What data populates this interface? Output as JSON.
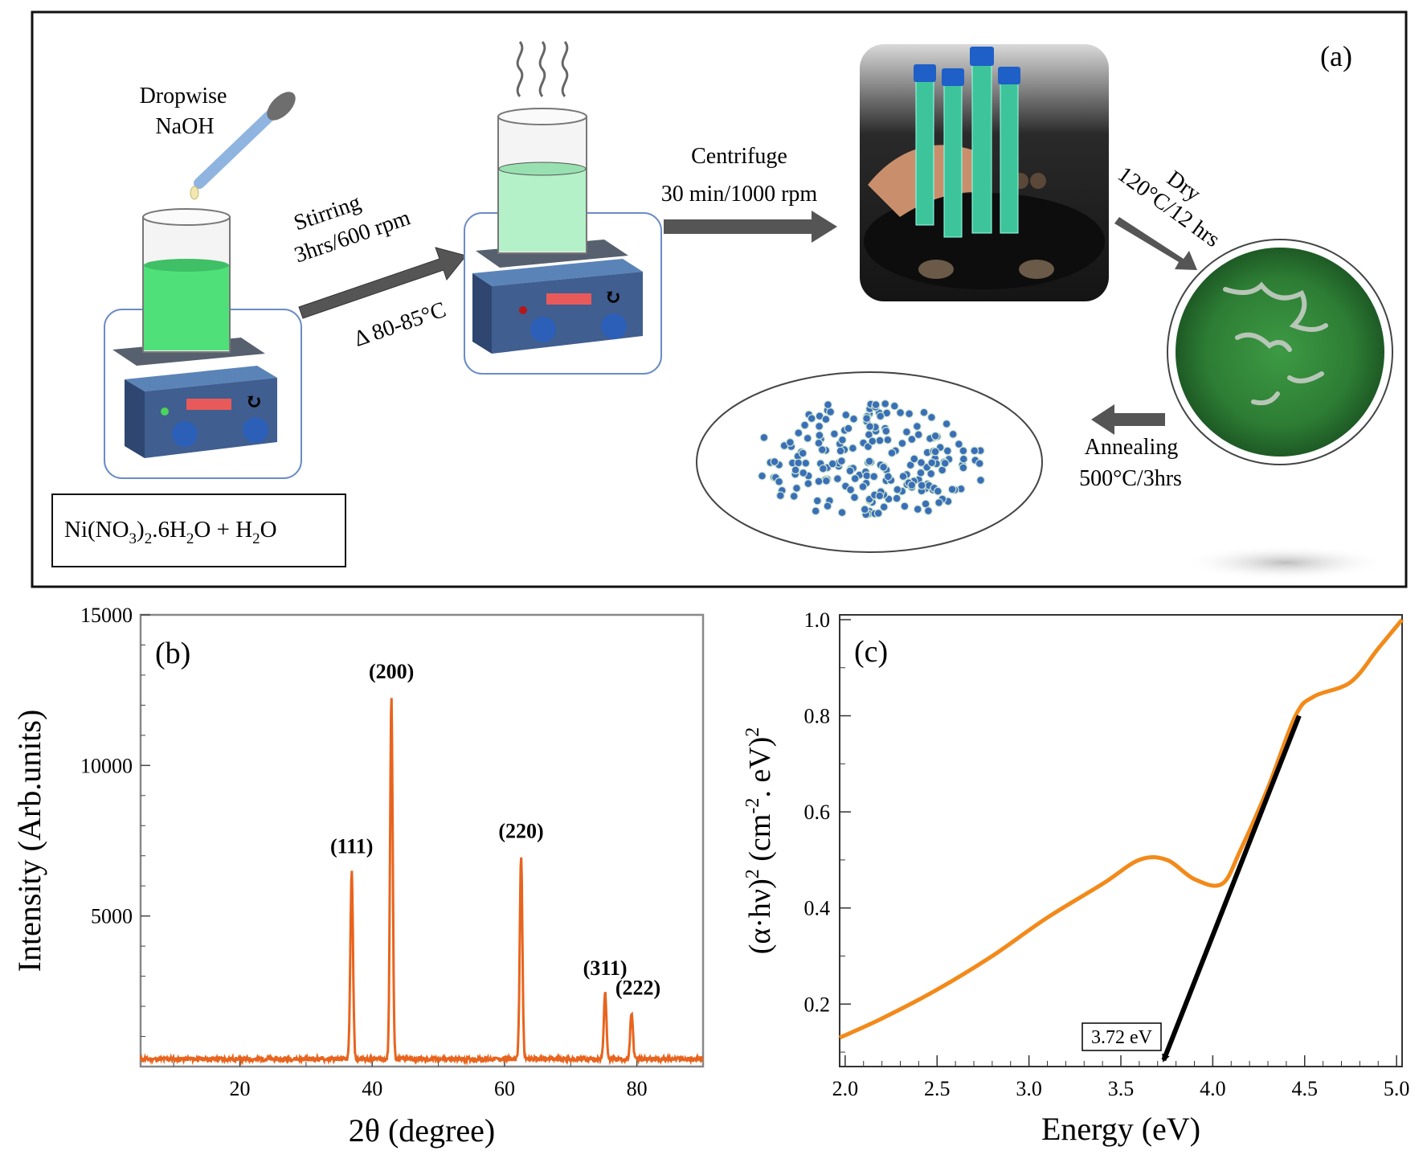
{
  "panel_a": {
    "label": "(a)",
    "dropper_text": [
      "Dropwise",
      "NaOH"
    ],
    "stirring_text": [
      "Stirring",
      "3hrs/600 rpm",
      "Δ 80-85°C"
    ],
    "centrifuge_text": [
      "Centrifuge",
      "30 min/1000  rpm"
    ],
    "dry_text": [
      "Dry",
      "120°C/12 hrs"
    ],
    "annealing_text": [
      "Annealing",
      "500°C/3hrs"
    ],
    "precursor": {
      "p1": "Ni(NO",
      "s1": "3",
      "p2": ")",
      "s2": "2",
      "p3": ".6H",
      "s3": "2",
      "p4": "O  + H",
      "s4": "2",
      "p5": "O"
    },
    "colors": {
      "solution": "#4fe07a",
      "solution2": "#b4f0c8",
      "device": "#3e5f8f",
      "arrow": "#555555",
      "particle": "#3a6fb8"
    }
  },
  "chart_data": [
    {
      "id": "b",
      "type": "line",
      "panel_label": "(b)",
      "xlabel": "2θ (degree)",
      "ylabel": "Intensity (Arb.units)",
      "xlim": [
        5,
        90
      ],
      "ylim": [
        0,
        15000
      ],
      "xticks": [
        20,
        40,
        60,
        80
      ],
      "yticks": [
        5000,
        10000,
        15000
      ],
      "color": "#e8641e",
      "baseline": 250,
      "peaks": [
        {
          "x": 36.9,
          "y": 6500,
          "label": "(111)"
        },
        {
          "x": 42.9,
          "y": 12300,
          "label": "(200)"
        },
        {
          "x": 62.5,
          "y": 7000,
          "label": "(220)"
        },
        {
          "x": 75.2,
          "y": 2450,
          "label": "(311)"
        },
        {
          "x": 79.2,
          "y": 1800,
          "label": "(222)"
        }
      ]
    },
    {
      "id": "c",
      "type": "line",
      "panel_label": "(c)",
      "xlabel": "Energy (eV)",
      "ylabel": {
        "p1": "(α·hν)",
        "sup1": "2",
        "p2": " (cm",
        "sup2": "-2",
        "p3": ". eV)",
        "sup3": "2"
      },
      "xlim": [
        1.97,
        5.03
      ],
      "ylim": [
        0.07,
        1.01
      ],
      "xticks": [
        2.0,
        2.5,
        3.0,
        3.5,
        4.0,
        4.5,
        5.0
      ],
      "yticks": [
        0.2,
        0.4,
        0.6,
        0.8,
        1.0
      ],
      "color": "#f28a1a",
      "series": {
        "x": [
          1.97,
          2.2,
          2.5,
          2.8,
          3.1,
          3.4,
          3.6,
          3.75,
          3.9,
          4.05,
          4.15,
          4.3,
          4.45,
          4.55,
          4.75,
          4.9,
          5.03
        ],
        "y": [
          0.13,
          0.17,
          0.23,
          0.3,
          0.38,
          0.45,
          0.5,
          0.5,
          0.46,
          0.45,
          0.52,
          0.65,
          0.8,
          0.84,
          0.87,
          0.94,
          1.0
        ]
      },
      "fit_line": {
        "x": [
          3.72,
          4.47
        ],
        "y": [
          0.07,
          0.8
        ]
      },
      "annotation": "3.72 eV"
    }
  ]
}
